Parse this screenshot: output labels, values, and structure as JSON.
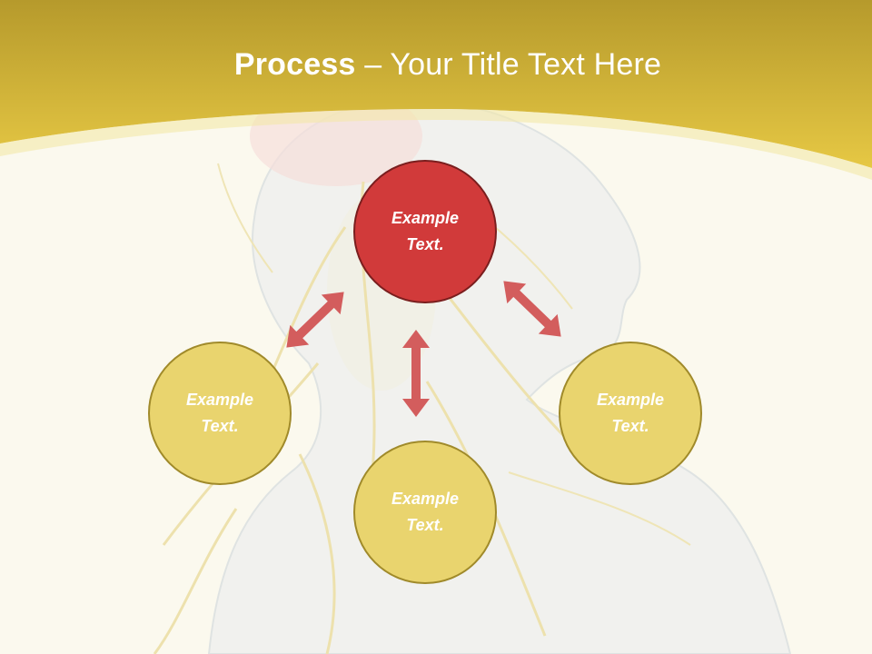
{
  "title": {
    "bold": "Process",
    "rest": " – Your Title Text Here"
  },
  "nodes": {
    "top": "Example\nText.",
    "left": "Example\nText.",
    "bottom": "Example\nText.",
    "right": "Example\nText."
  },
  "colors": {
    "header": "#d9bb3a",
    "background": "#fbf9ee",
    "node_red": "#d13a3a",
    "node_gold": "#e9d46e",
    "arrow": "#d35d5d"
  }
}
